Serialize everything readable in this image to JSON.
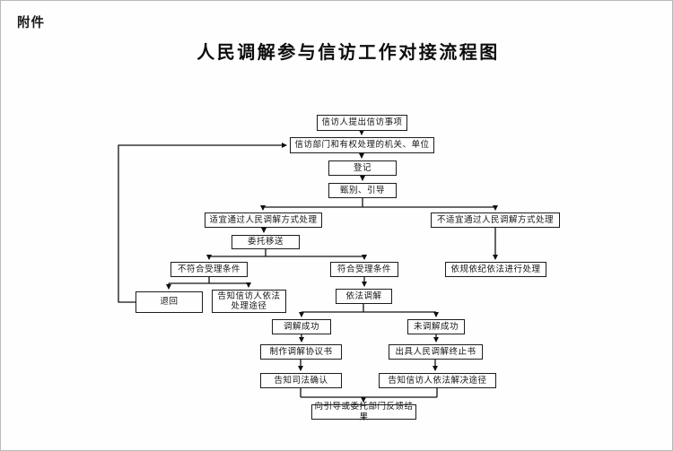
{
  "page": {
    "attachment_label": "附件",
    "title": "人民调解参与信访工作对接流程图"
  },
  "flowchart": {
    "nodes": [
      {
        "id": "petition-submit",
        "label": "信访人提出信访事项"
      },
      {
        "id": "authority-unit",
        "label": "信访部门和有权处理的机关、单位"
      },
      {
        "id": "register",
        "label": "登记"
      },
      {
        "id": "screen-guide",
        "label": "甄别、引导"
      },
      {
        "id": "suitable-mediation",
        "label": "适宜通过人民调解方式处理"
      },
      {
        "id": "not-suitable-mediation",
        "label": "不适宜通过人民调解方式处理"
      },
      {
        "id": "entrust-transfer",
        "label": "委托移送"
      },
      {
        "id": "not-meet-conditions",
        "label": "不符合受理条件"
      },
      {
        "id": "meet-conditions",
        "label": "符合受理条件"
      },
      {
        "id": "handle-by-law",
        "label": "依规依纪依法进行处理"
      },
      {
        "id": "return-back",
        "label": "退回"
      },
      {
        "id": "inform-handling-channel",
        "label": "告知信访人依法\n处理途径"
      },
      {
        "id": "mediate-by-law",
        "label": "依法调解"
      },
      {
        "id": "mediation-success",
        "label": "调解成功"
      },
      {
        "id": "mediation-fail",
        "label": "未调解成功"
      },
      {
        "id": "make-agreement",
        "label": "制作调解协议书"
      },
      {
        "id": "issue-termination",
        "label": "出具人民调解终止书"
      },
      {
        "id": "inform-judicial-confirm",
        "label": "告知司法确认"
      },
      {
        "id": "inform-resolution-channel",
        "label": "告知信访人依法解决途径"
      },
      {
        "id": "feedback-result",
        "label": "向引导或委托部门反馈结果"
      }
    ],
    "edges": [
      [
        "petition-submit",
        "authority-unit"
      ],
      [
        "authority-unit",
        "register"
      ],
      [
        "register",
        "screen-guide"
      ],
      [
        "screen-guide",
        "suitable-mediation"
      ],
      [
        "screen-guide",
        "not-suitable-mediation"
      ],
      [
        "suitable-mediation",
        "entrust-transfer"
      ],
      [
        "entrust-transfer",
        "not-meet-conditions"
      ],
      [
        "entrust-transfer",
        "meet-conditions"
      ],
      [
        "not-suitable-mediation",
        "handle-by-law"
      ],
      [
        "not-meet-conditions",
        "return-back"
      ],
      [
        "not-meet-conditions",
        "inform-handling-channel"
      ],
      [
        "meet-conditions",
        "mediate-by-law"
      ],
      [
        "mediate-by-law",
        "mediation-success"
      ],
      [
        "mediate-by-law",
        "mediation-fail"
      ],
      [
        "mediation-success",
        "make-agreement"
      ],
      [
        "mediation-fail",
        "issue-termination"
      ],
      [
        "make-agreement",
        "inform-judicial-confirm"
      ],
      [
        "issue-termination",
        "inform-resolution-channel"
      ],
      [
        "inform-judicial-confirm",
        "feedback-result"
      ],
      [
        "inform-resolution-channel",
        "feedback-result"
      ],
      [
        "return-back",
        "authority-unit"
      ]
    ],
    "colors": {
      "line": "#111111",
      "box_border": "#1c1c1c",
      "background": "#fefefe"
    }
  }
}
